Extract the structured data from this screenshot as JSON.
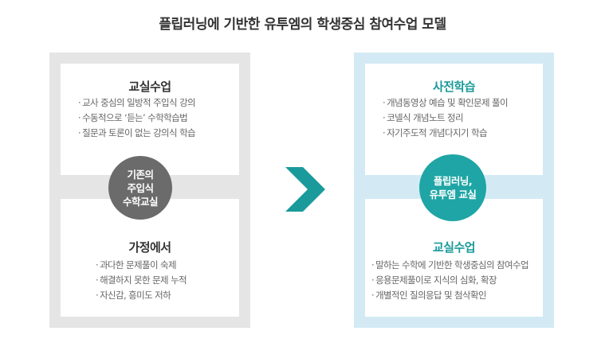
{
  "title": "플립러닝에 기반한 유투엠의 학생중심 참여수업 모델",
  "left": {
    "top_card": {
      "title": "교실수업",
      "items": [
        "교사 중심의 일방적 주입식 강의",
        "수동적으로 ‘듣는’ 수학학습법",
        "질문과 토론이 없는 강의식 학습"
      ]
    },
    "circle_label": "기존의\n주입식\n수학교실",
    "bottom_card": {
      "title": "가정에서",
      "items": [
        "과다한 문제풀이 숙제",
        "해결하지 못한 문제 누적",
        "자신감, 흥미도 저하"
      ]
    }
  },
  "right": {
    "top_card": {
      "title": "사전학습",
      "items": [
        "개념동영상 예습 및 확인문제 풀이",
        "코넬식 개념노트 정리",
        "자기주도적 개념다지기 학습"
      ]
    },
    "circle_label": "플립러닝,\n유투엠 교실",
    "bottom_card": {
      "title": "교실수업",
      "items": [
        "말하는 수학에 기반한 학생중심의 참여수업",
        "응용문제풀이로 지식의 심화, 확장",
        "개별적인 질의응답 및 첨삭확인"
      ]
    }
  },
  "colors": {
    "left_frame": "#e5e5e5",
    "right_frame": "#d3eaf4",
    "left_circle": "#6b6b6b",
    "right_circle": "#1fa5a5",
    "arrow": "#1a9a9a",
    "right_title": "#1a9a9a"
  },
  "icons": {
    "arrow": "chevron-right-icon"
  }
}
